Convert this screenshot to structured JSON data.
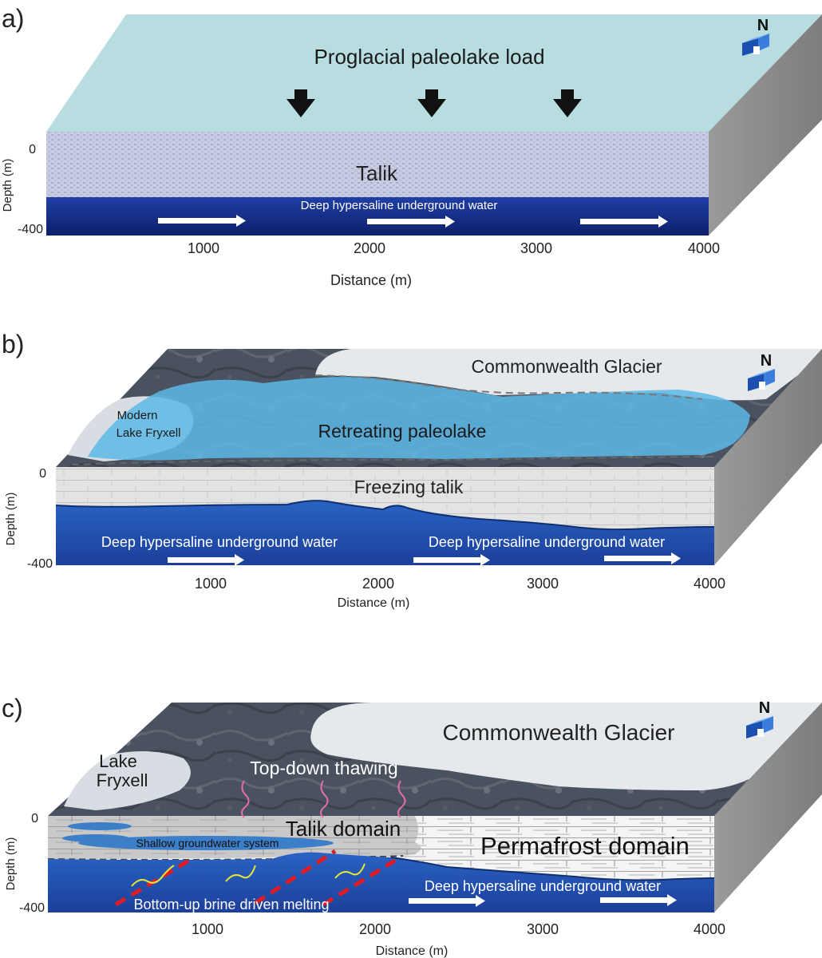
{
  "panel_a": {
    "letter": "a)",
    "top_label": "Proglacial paleolake load",
    "layer_label": "Talik",
    "water_label": "Deep hypersaline underground water",
    "depth_ticks": [
      "0",
      "-400"
    ],
    "depth_axis": "Depth (m)",
    "x_ticks": [
      "1000",
      "2000",
      "3000",
      "4000"
    ],
    "x_axis": "Distance (m)",
    "north": "N"
  },
  "panel_b": {
    "letter": "b)",
    "glacier": "Commonwealth Glacier",
    "modern_lake_line1": "Modern",
    "modern_lake_line2": "Lake Fryxell",
    "paleolake": "Retreating paleolake",
    "layer_label": "Freezing talik",
    "water_left": "Deep hypersaline underground water",
    "water_right": "Deep hypersaline underground water",
    "depth_ticks": [
      "0",
      "-400"
    ],
    "depth_axis": "Depth (m)",
    "x_ticks": [
      "1000",
      "2000",
      "3000",
      "4000"
    ],
    "x_axis": "Distance (m)",
    "north": "N"
  },
  "panel_c": {
    "letter": "c)",
    "glacier": "Commonwealth Glacier",
    "lake_line1": "Lake",
    "lake_line2": "Fryxell",
    "thaw": "Top-down thawing",
    "talik": "Talik domain",
    "permafrost": "Permafrost domain",
    "shallow": "Shallow groundwater system",
    "bottom_up": "Bottom-up brine driven melting",
    "water": "Deep hypersaline underground water",
    "depth_ticks": [
      "0",
      "-400"
    ],
    "depth_axis": "Depth (m)",
    "x_ticks": [
      "1000",
      "2000",
      "3000",
      "4000"
    ],
    "x_axis": "Distance (m)",
    "north": "N"
  }
}
